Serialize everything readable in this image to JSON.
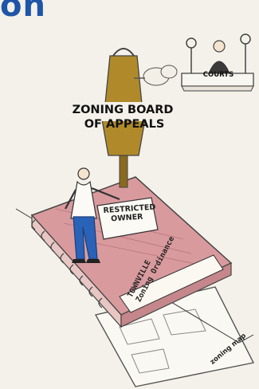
{
  "heading_fragment": "on",
  "board_sign": {
    "line1": "ZONING BOARD",
    "line2": "OF APPEALS"
  },
  "courts_sign": "COURTS",
  "owner_card": {
    "line1": "RESTRICTED",
    "line2": "OWNER"
  },
  "ordinance_book": {
    "line1": "TOWNVILLE",
    "line2": "Zoning Ordinance"
  },
  "map_label": "zoning map",
  "colors": {
    "heading_blue": "#1f55a8",
    "book_pink": "#d99a9e",
    "stamp_olive": "#b08a2a",
    "trousers_blue": "#2a62b8",
    "paper": "#f4f1ea"
  }
}
